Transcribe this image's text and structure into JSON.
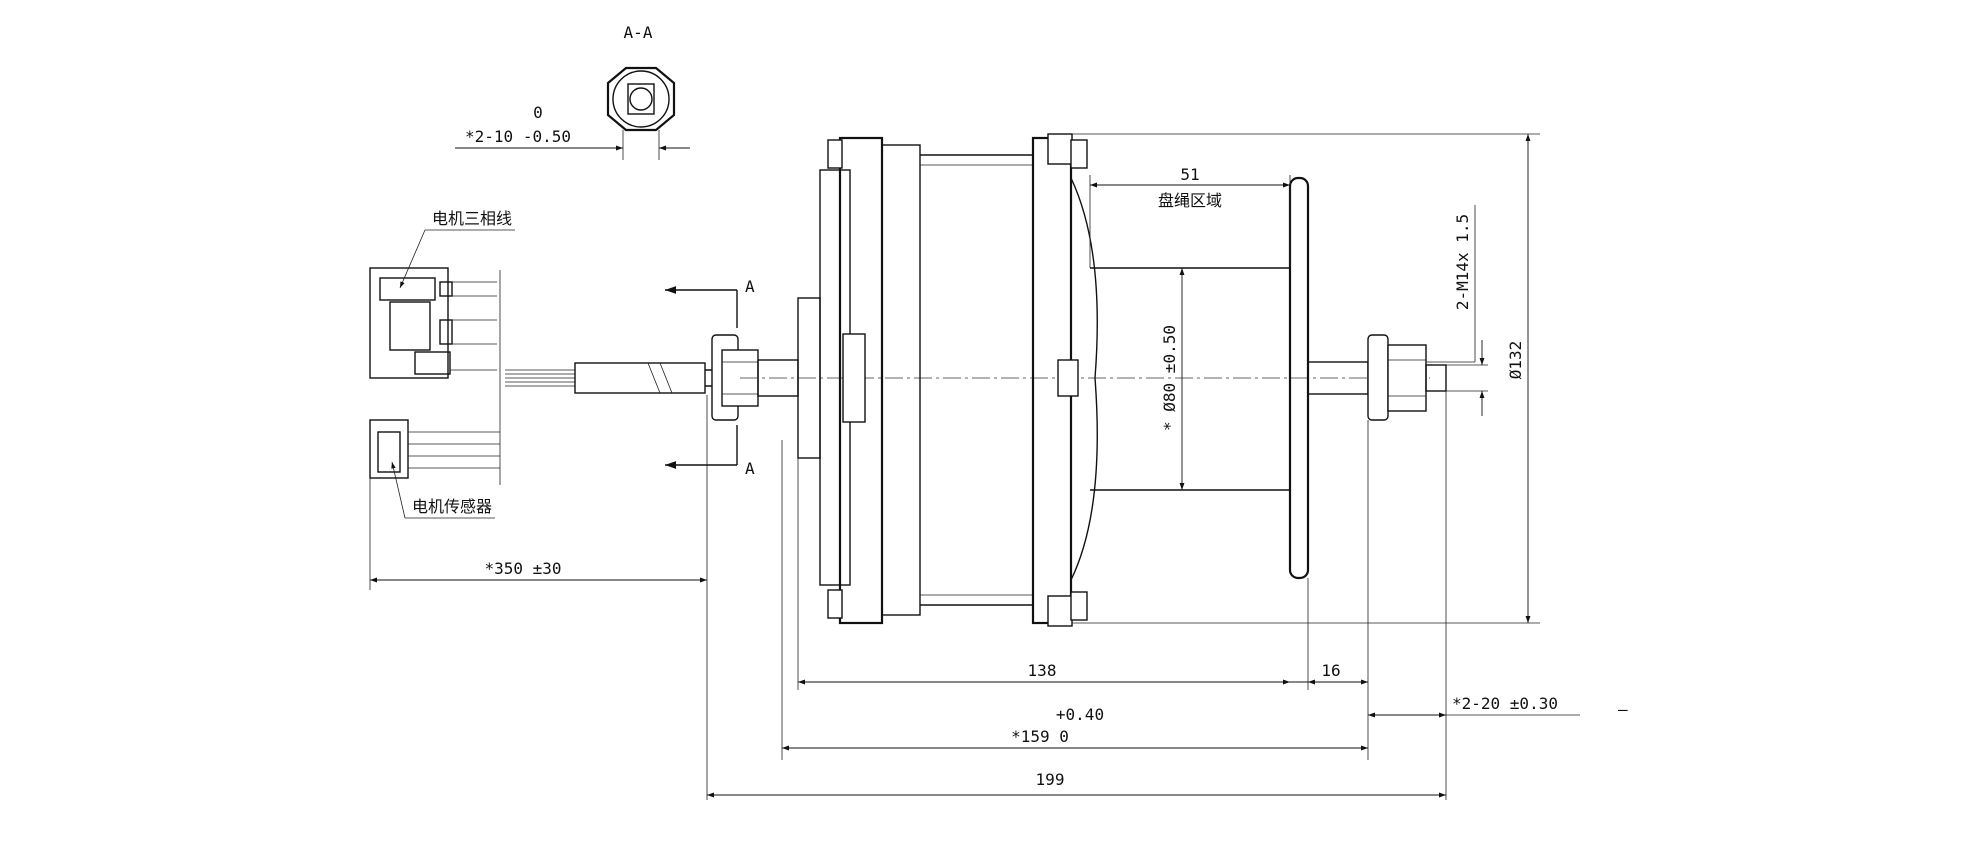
{
  "section": {
    "title": "A-A",
    "tolerance_upper": "0",
    "dim_label": "*2-10 -0.50"
  },
  "callouts": {
    "phase_wire": "电机三相线",
    "sensor": "电机传感器",
    "cut_marker": "A"
  },
  "dimensions": {
    "cable_length": "*350 ±30",
    "winding_width": "51",
    "winding_area": "盘绳区域",
    "thread": "2-M14x 1.5",
    "drum_diameter": "* Ø80 ±0.50",
    "outer_diameter": "Ø132",
    "body_length": "138",
    "flange_width": "16",
    "flat_width": "*2-20 ±0.30",
    "mount_tolerance": "+0.40",
    "mount_length": "*159 0",
    "total_length": "199"
  },
  "extra_mark": "—"
}
